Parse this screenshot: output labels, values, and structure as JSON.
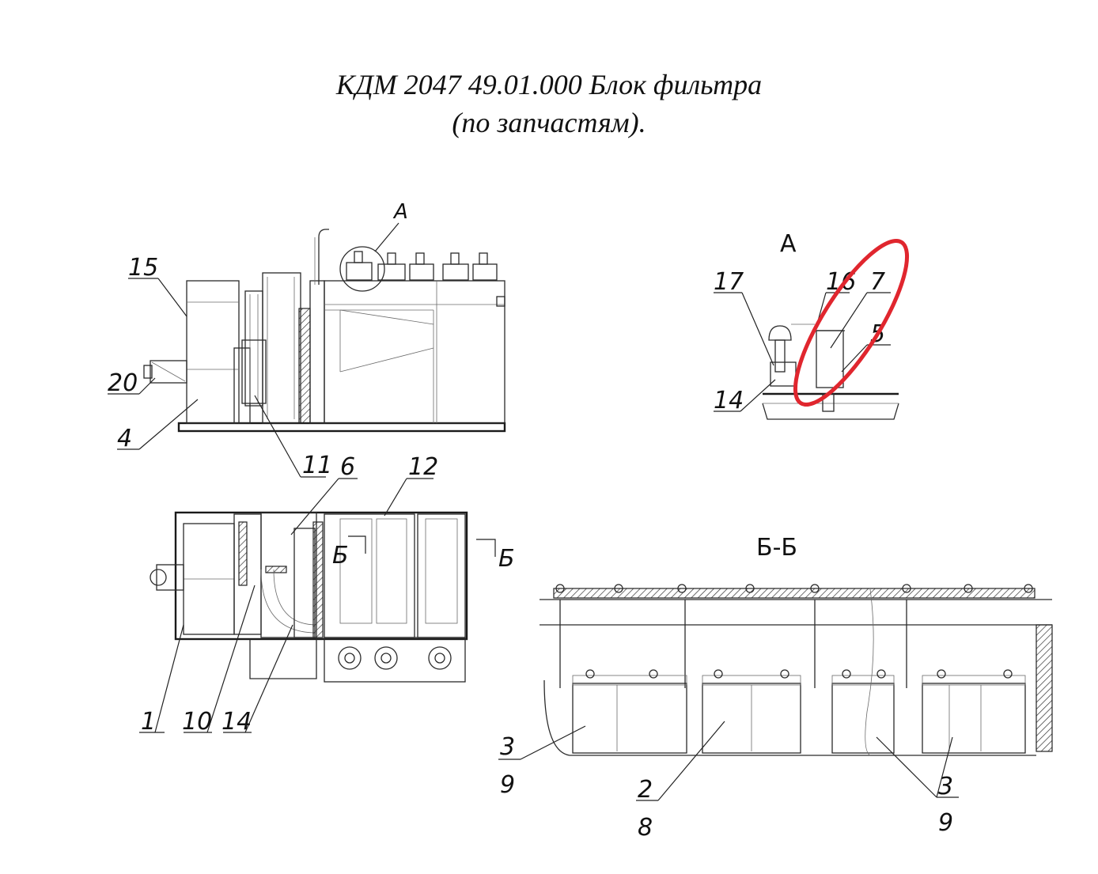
{
  "title": {
    "line1": "КДМ 2047 49.01.000 Блок фильтра",
    "line2": "(по запчастям)."
  },
  "views": {
    "side_callout": "А",
    "detail_title": "А",
    "section_title": "Б-Б",
    "section_mark_left": "Б",
    "section_mark_right": "Б"
  },
  "labels": {
    "p15": "15",
    "p20": "20",
    "p4": "4",
    "p11": "11",
    "p6": "6",
    "p12": "12",
    "p1": "1",
    "p10": "10",
    "p14a": "14",
    "p17": "17",
    "p16": "16",
    "p7": "7",
    "p5": "5",
    "p14b": "14",
    "p3a": "3",
    "p9a": "9",
    "p2": "2",
    "p8": "8",
    "p3b": "3",
    "p9b": "9"
  },
  "highlight_color": "#e0262e"
}
